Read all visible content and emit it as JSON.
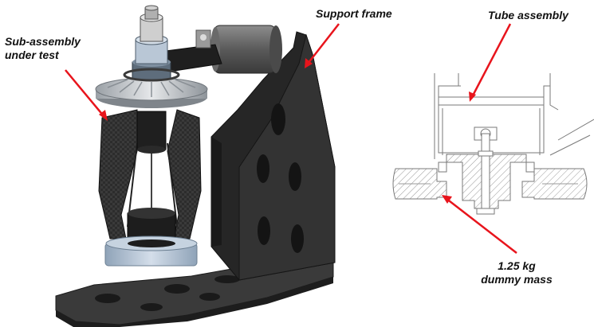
{
  "labels": {
    "sub_assembly_line1": "Sub-assembly",
    "sub_assembly_line2": "under test",
    "support_frame": "Support frame",
    "tube_assembly": "Tube assembly",
    "dummy_mass_line1": "1.25 kg",
    "dummy_mass_line2": "dummy mass"
  },
  "colors": {
    "arrow": "#e8141c",
    "frame": "#2e2e2e",
    "frame_side": "#1a1a1a",
    "pulley": "#c9ccd0",
    "hatch": "#9a9a9a",
    "mass_ring": "#b9c7d6"
  }
}
